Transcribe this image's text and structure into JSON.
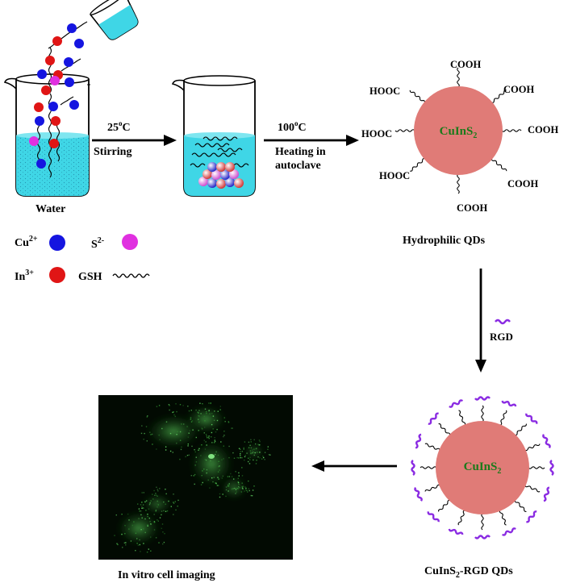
{
  "colors": {
    "cu": "#1515e0",
    "in": "#e01515",
    "s": "#e030e0",
    "water": "#3fd6e6",
    "qd_core": "#e07b77",
    "core_text": "#1a7a1a",
    "rgd": "#8a2be2",
    "cell_bg": "#020a02",
    "cell_fluor": "#3fa83f"
  },
  "step1": {
    "beaker_label": "Water",
    "arrow_temp": "25",
    "arrow_temp_sup": "o",
    "arrow_temp_unit": "C",
    "arrow_action": "Stirring"
  },
  "step2": {
    "arrow_temp": "100",
    "arrow_temp_sup": "o",
    "arrow_temp_unit": "C",
    "arrow_action_line1": "Heating in",
    "arrow_action_line2": "autoclave"
  },
  "legend": {
    "cu": {
      "label": "Cu",
      "sup": "2+"
    },
    "s": {
      "label": "S",
      "sup": "2-"
    },
    "in": {
      "label": "In",
      "sup": "3+"
    },
    "gsh": {
      "label": "GSH"
    }
  },
  "hydrophilic_qd": {
    "core_main": "CuInS",
    "core_sub": "2",
    "ligand": "COOH",
    "ligand_left": "HOOC",
    "caption": "Hydrophilic QDs"
  },
  "rgd_step": {
    "label": "RGD"
  },
  "rgd_qd": {
    "core_main": "CuInS",
    "core_sub": "2",
    "caption_main": "CuInS",
    "caption_sub": "2",
    "caption_rest": "-RGD QDs"
  },
  "imaging": {
    "caption": "In vitro cell imaging"
  }
}
